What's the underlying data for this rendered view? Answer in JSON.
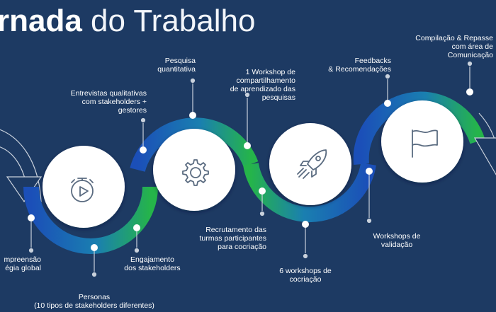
{
  "title": {
    "bold": "rnada",
    "light": " do Trabalho"
  },
  "icons": [
    "stopwatch-icon",
    "gear-icon",
    "rocket-icon",
    "flag-icon"
  ],
  "labels": {
    "compreensao": [
      "mpreensão",
      "égia global"
    ],
    "personas": [
      "Personas",
      "(10 tipos de stakeholders diferentes)"
    ],
    "engajamento": [
      "Engajamento",
      "dos stakeholders"
    ],
    "entrevistas": [
      "Entrevistas qualitativas",
      "com stakeholders +",
      "gestores"
    ],
    "pesquisa": [
      "Pesquisa",
      "quantitativa"
    ],
    "recrutamento": [
      "Recrutamento das",
      "turmas participantes",
      "para cocriação"
    ],
    "workshop1": [
      "1 Workshop de",
      "compartilhamento",
      "de aprendizado das",
      "pesquisas"
    ],
    "workshops6": [
      "6 workshops de",
      "cocriação"
    ],
    "feedbacks": [
      "Feedbacks",
      "& Recomendações"
    ],
    "validacao": [
      "Workshops de",
      "validação"
    ],
    "compilacao": [
      "Compilação & Repasse",
      "com área de",
      "Comunicação"
    ]
  },
  "colors": {
    "background": "#1d3a63",
    "blue": "#1b4fb8",
    "green": "#25b44a",
    "white": "#ffffff",
    "gray": "#c9d1dc"
  }
}
